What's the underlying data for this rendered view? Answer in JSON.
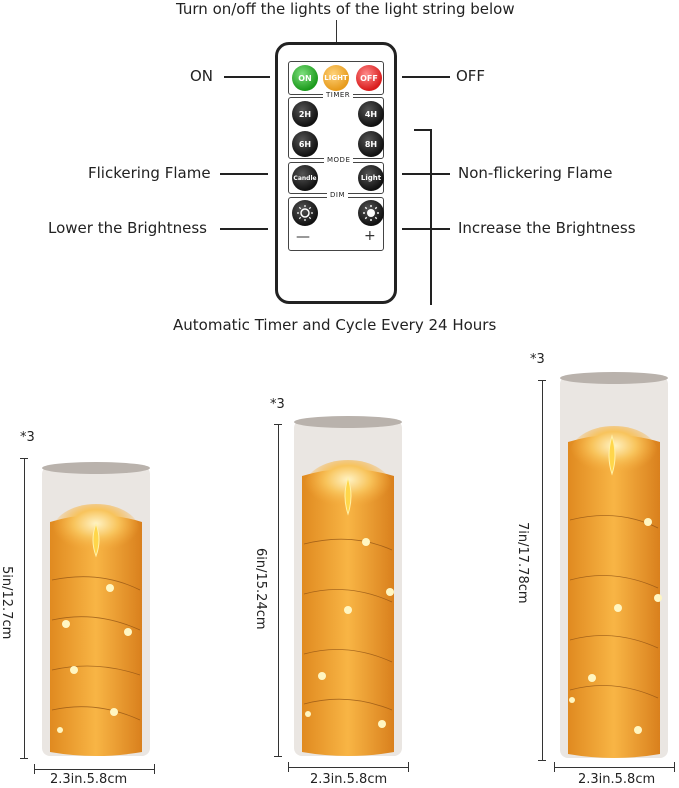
{
  "top_caption": "Turn on/off the lights of the light string below",
  "callouts": {
    "on": "ON",
    "off": "OFF",
    "flicker": "Flickering Flame",
    "non_flicker": "Non-flickering Flame",
    "lower": "Lower the Brightness",
    "increase": "Increase the Brightness",
    "auto_timer": "Automatic Timer and Cycle Every 24 Hours"
  },
  "remote": {
    "on": "ON",
    "light": "LIGHT",
    "off": "OFF",
    "timer_label": "TIMER",
    "t2": "2H",
    "t4": "4H",
    "t6": "6H",
    "t8": "8H",
    "mode_label": "MODE",
    "candle": "Candle",
    "light_mode": "Light",
    "dim_label": "DIM",
    "minus": "—",
    "plus": "+"
  },
  "candles": [
    {
      "qty": "*3",
      "height": "5in/12.7cm",
      "width": "2.3in.5.8cm"
    },
    {
      "qty": "*3",
      "height": "6in/15.24cm",
      "width": "2.3in.5.8cm"
    },
    {
      "qty": "*3",
      "height": "7in/17.78cm",
      "width": "2.3in.5.8cm"
    }
  ],
  "colors": {
    "wax": "#f4a93a",
    "glass": "#c9c2bd",
    "flame": "#ffd64a"
  }
}
